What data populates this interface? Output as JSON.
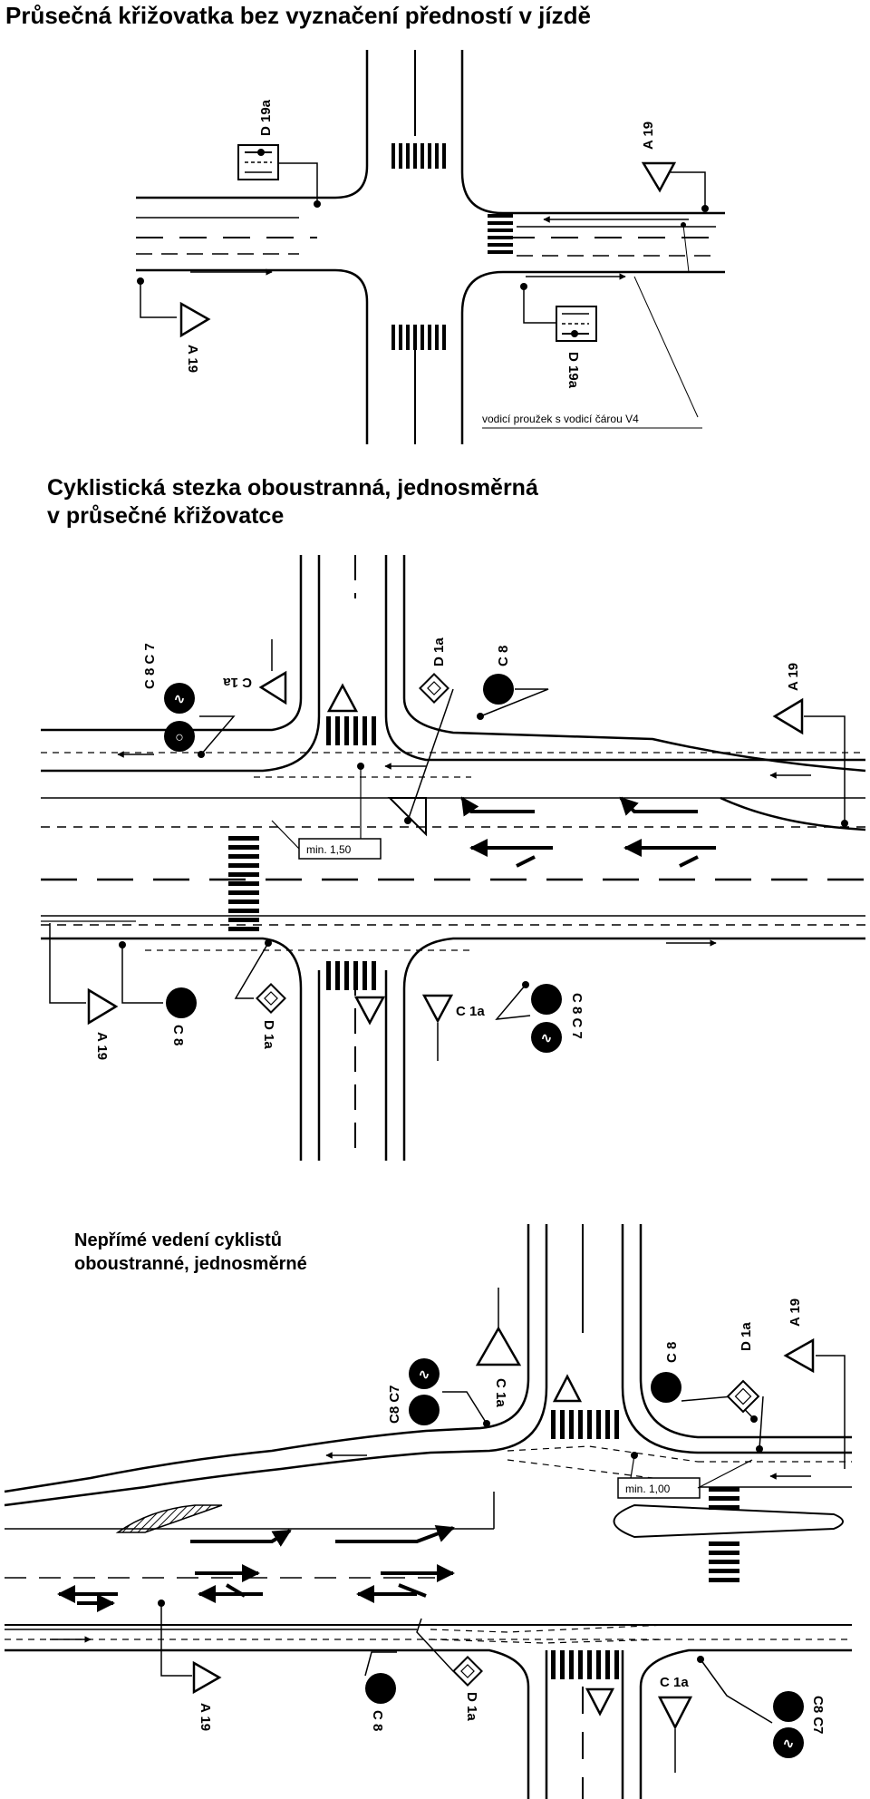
{
  "titles": {
    "t1": "Průsečná křižovatka bez vyznačení předností v jízdě",
    "t2_line1": "Cyklistická stezka oboustranná, jednosměrná",
    "t2_line2": "v průsečné křižovatce",
    "t3_line1": "Nepřímé vedení cyklistů",
    "t3_line2": "oboustranné, jednosměrné"
  },
  "labels": {
    "d19a": "D 19a",
    "a19": "A 19",
    "v4_note": "vodicí proužek s vodicí čárou V4",
    "c1a": "C 1a",
    "c8": "C 8",
    "c7": "C 7",
    "c8c7": "C8 C7",
    "c8_c7": "C 8 C 7",
    "d1a": "D 1a",
    "min150": "min. 1,50",
    "min100": "min. 1,00"
  },
  "colors": {
    "line": "#000000",
    "background": "#ffffff",
    "frame_fill": "#d9d9d9"
  }
}
